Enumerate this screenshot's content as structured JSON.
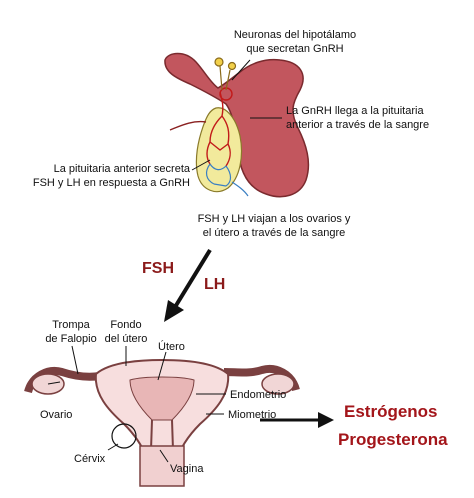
{
  "brain": {
    "hypothalamus_neurons": [
      "Neuronas del hipotálamo",
      "que secretan GnRH"
    ],
    "gnrh_transport": [
      "La GnRH llega a la pituitaria",
      "anterior a través de la sangre"
    ],
    "pituitary_secretion": [
      "La pituitaria anterior secreta",
      "FSH y LH en respuesta a GnRH"
    ],
    "blood_travel": [
      "FSH y LH viajan a los ovarios y",
      "el útero a través de la sangre"
    ]
  },
  "hormones": {
    "fsh": "FSH",
    "lh": "LH"
  },
  "uterus": {
    "fallopian_tube": [
      "Trompa",
      "de Falopio"
    ],
    "fundus": [
      "Fondo",
      "del útero"
    ],
    "uterus": "Útero",
    "endometrium": "Endometrio",
    "ovary": "Ovario",
    "myometrium": "Miometrio",
    "cervix": "Cérvix",
    "vagina": "Vagina"
  },
  "outputs": {
    "estrogens": "Estrógenos",
    "progesterone": "Progesterona"
  },
  "colors": {
    "tissue": "#c2565e",
    "pituitary": "#f2ea9c",
    "hormone_text": "#8b1a1a",
    "uterus_fill": "#f7dede"
  }
}
